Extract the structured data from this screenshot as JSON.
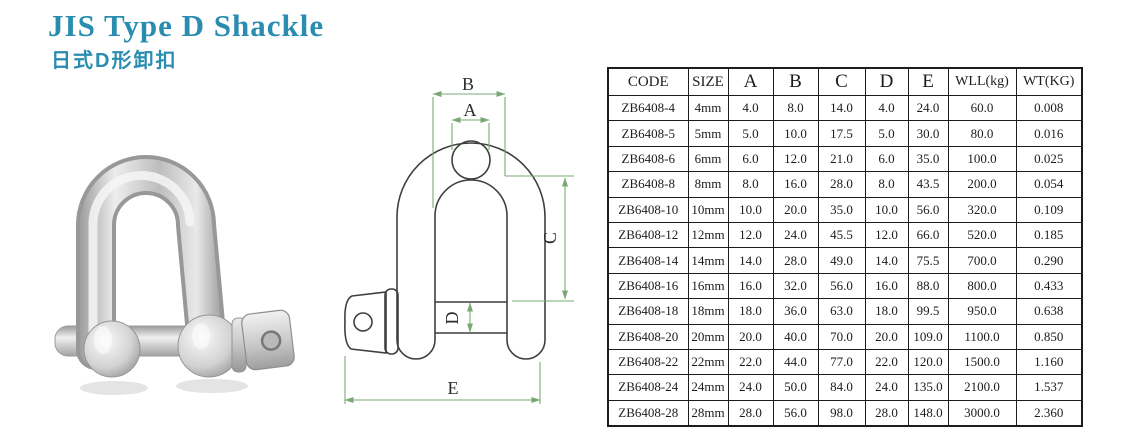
{
  "header": {
    "title": "JIS Type D Shackle",
    "subtitle": "日式D形卸扣",
    "accent_color": "#2a8db0"
  },
  "drawing": {
    "labels": {
      "A": "A",
      "B": "B",
      "C": "C",
      "D": "D",
      "E": "E"
    },
    "colors": {
      "dimension": "#7aa874",
      "outline": "#3f3f3f"
    }
  },
  "photo": {
    "description": "stainless-steel-d-shackle-photo",
    "colors": {
      "metal_light": "#f2f2f2",
      "metal_mid": "#c6c6c6",
      "metal_dark": "#8f8f8f"
    }
  },
  "table": {
    "columns": [
      "CODE",
      "SIZE",
      "A",
      "B",
      "C",
      "D",
      "E",
      "WLL(kg)",
      "WT(KG)"
    ],
    "rows": [
      [
        "ZB6408-4",
        "4mm",
        "4.0",
        "8.0",
        "14.0",
        "4.0",
        "24.0",
        "60.0",
        "0.008"
      ],
      [
        "ZB6408-5",
        "5mm",
        "5.0",
        "10.0",
        "17.5",
        "5.0",
        "30.0",
        "80.0",
        "0.016"
      ],
      [
        "ZB6408-6",
        "6mm",
        "6.0",
        "12.0",
        "21.0",
        "6.0",
        "35.0",
        "100.0",
        "0.025"
      ],
      [
        "ZB6408-8",
        "8mm",
        "8.0",
        "16.0",
        "28.0",
        "8.0",
        "43.5",
        "200.0",
        "0.054"
      ],
      [
        "ZB6408-10",
        "10mm",
        "10.0",
        "20.0",
        "35.0",
        "10.0",
        "56.0",
        "320.0",
        "0.109"
      ],
      [
        "ZB6408-12",
        "12mm",
        "12.0",
        "24.0",
        "45.5",
        "12.0",
        "66.0",
        "520.0",
        "0.185"
      ],
      [
        "ZB6408-14",
        "14mm",
        "14.0",
        "28.0",
        "49.0",
        "14.0",
        "75.5",
        "700.0",
        "0.290"
      ],
      [
        "ZB6408-16",
        "16mm",
        "16.0",
        "32.0",
        "56.0",
        "16.0",
        "88.0",
        "800.0",
        "0.433"
      ],
      [
        "ZB6408-18",
        "18mm",
        "18.0",
        "36.0",
        "63.0",
        "18.0",
        "99.5",
        "950.0",
        "0.638"
      ],
      [
        "ZB6408-20",
        "20mm",
        "20.0",
        "40.0",
        "70.0",
        "20.0",
        "109.0",
        "1100.0",
        "0.850"
      ],
      [
        "ZB6408-22",
        "22mm",
        "22.0",
        "44.0",
        "77.0",
        "22.0",
        "120.0",
        "1500.0",
        "1.160"
      ],
      [
        "ZB6408-24",
        "24mm",
        "24.0",
        "50.0",
        "84.0",
        "24.0",
        "135.0",
        "2100.0",
        "1.537"
      ],
      [
        "ZB6408-28",
        "28mm",
        "28.0",
        "56.0",
        "98.0",
        "28.0",
        "148.0",
        "3000.0",
        "2.360"
      ]
    ]
  }
}
